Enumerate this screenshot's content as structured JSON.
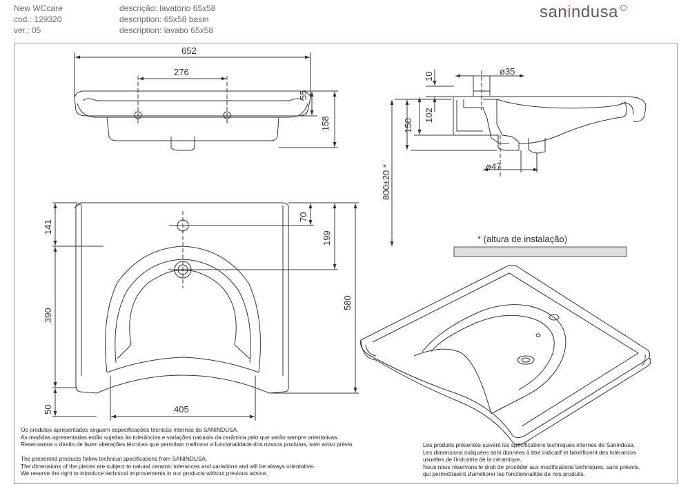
{
  "header": {
    "product": "New WCcare",
    "code": "cod.: 129320",
    "version": "ver.: 05",
    "desc_pt": "descrição: lavatório 65x58",
    "desc_en1": "description: 65x58 basin",
    "desc_fr": "description: lavabo 65x58"
  },
  "logo": {
    "pre": "san",
    "accent": "i",
    "post": "ndusa"
  },
  "dimensions": {
    "top_width": "652",
    "top_holes": "276",
    "top_h1": "55",
    "top_h2": "158",
    "side_10": "10",
    "side_d35": "ø35",
    "side_102": "102",
    "side_150": "150",
    "side_d47": "ø47",
    "install_height": "800±20 *",
    "plan_141": "141",
    "plan_70": "70",
    "plan_199": "199",
    "plan_390": "390",
    "plan_580": "580",
    "plan_50": "50",
    "plan_405": "405"
  },
  "install_note": "* (altura de instalação)",
  "footer_pt": [
    "Os produtos apresentados seguem especificações técnicas internas da SANINDUSA.",
    "As medidas apresentadas estão sujeitas às tolerâncias e variações naturais da cerâmica pelo que serão sempre orientativas.",
    "Reservamos o direito de fazer alterações técnicas que permitam melhorar a funcionalidade dos nossos produtos, sem aviso prévio."
  ],
  "footer_en": [
    "The presented products follow technical specifications from SANINDUSA.",
    "The dimensions of the pieces are subject to natural ceramic tolerances and variations and will be always orientative.",
    "We reserve the right to introduce technical improvements in our products without previous advice."
  ],
  "footer_fr": [
    "Les produits présentés suivent les spécifications techniques internes de Sanindusa.",
    "Les dimensions indiquées sont données à titre indicatif et bénéficient des tolérances",
    "usuelles de l'industrie de la céramique.",
    "Nous nous réservons le droit de procéder aux modifications techniques, sans préavis,",
    "qui permettraient d'améliorer les fonctionnalités de nos produits."
  ]
}
